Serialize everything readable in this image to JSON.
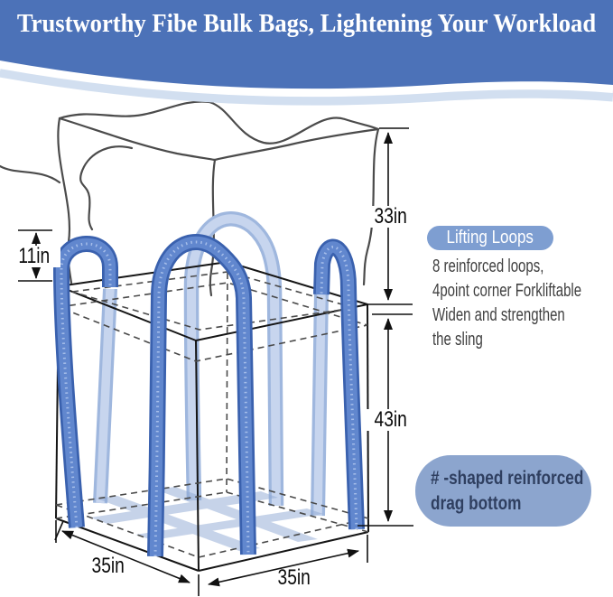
{
  "header": {
    "title": "Trustworthy Fibe Bulk Bags, Lightening Your Workload"
  },
  "dimensions": {
    "upper_bag_height": "33in",
    "loop_height": "11in",
    "body_height": "43in",
    "base_width": "35in",
    "base_depth": "35in"
  },
  "annotations": {
    "lifting_loops": {
      "badge_label": "Lifting Loops",
      "lines": [
        "8 reinforced loops,",
        "4point corner Forkliftable",
        "Widen and strengthen",
        "the sling"
      ]
    },
    "bottom_badge": {
      "lines": [
        "# -shaped reinforced",
        "drag bottom"
      ]
    }
  },
  "icons": {
    "loop_straps": "lifting-loop-strap",
    "hash_bottom": "hash-reinforcement-strips"
  },
  "colors": {
    "header_blue": "#4C72B8",
    "wave_light_blue": "#D2DFF0",
    "pill_blue": "#7E9ED1",
    "badge_blue": "#8CA5CE",
    "badge_text": "#2F3F60",
    "loop_blue": "#6187CE",
    "loop_blue_edge": "#3A61AE",
    "loop_light_blue": "#A3B9E0",
    "sketch_outline_gray": "#4B4B4B",
    "wireframe_black": "#151515",
    "body_text": "#3F3F3F"
  }
}
